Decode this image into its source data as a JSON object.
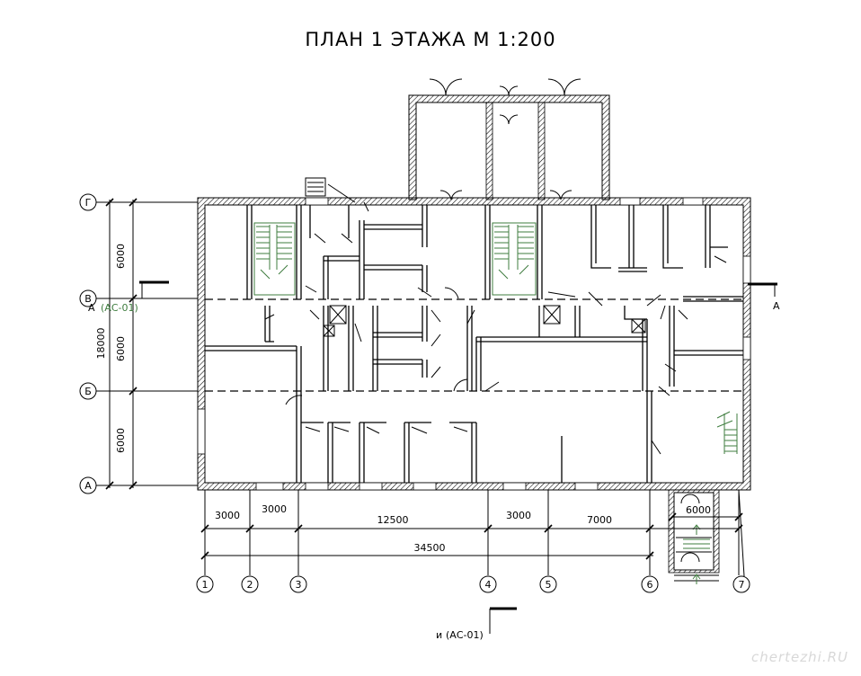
{
  "title": "ПЛАН 1 ЭТАЖА М 1:200",
  "watermark": "chertezhi.RU",
  "axes": {
    "rows": [
      "Г",
      "В",
      "Б",
      "А"
    ],
    "columns": [
      "1",
      "2",
      "3",
      "4",
      "5",
      "6",
      "7"
    ]
  },
  "dimensions": {
    "vertical": [
      "6000",
      "6000",
      "6000",
      "18000"
    ],
    "horizontal": [
      "3000",
      "3000",
      "12500",
      "3000",
      "7000",
      "34500"
    ],
    "porch": "6000"
  },
  "section_marks": {
    "left_label": "А",
    "left_ref": "(АС-01)",
    "right_label": "А",
    "bottom_label": "и",
    "bottom_ref": "(АС-01)"
  },
  "colors": {
    "lines": "#000000",
    "stairs": "#3f7d3f"
  }
}
